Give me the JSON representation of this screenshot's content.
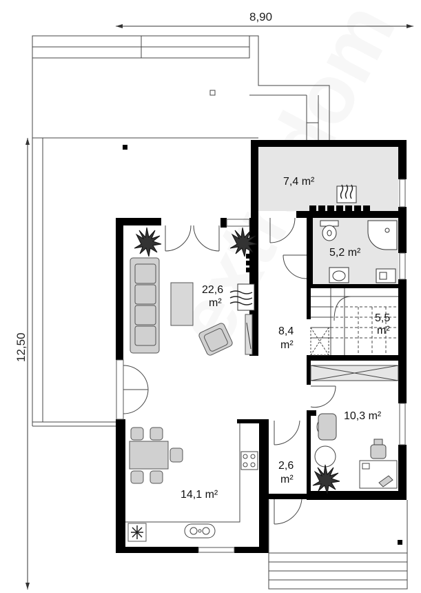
{
  "dimensions": {
    "width": "8,90",
    "depth": "12,50"
  },
  "rooms": {
    "boiler": "7,4 m²",
    "bathroom": "5,2 m²",
    "living": "22,6",
    "living_unit": "m²",
    "hall": "8,4",
    "hall_unit": "m²",
    "stairs": "5,5",
    "stairs_unit": "m²",
    "study": "10,3 m²",
    "vestibule": "2,6",
    "vestibule_unit": "m²",
    "kitchen": "14,1 m²"
  },
  "colors": {
    "wall": "#000000",
    "floor": "#e6e6e6",
    "furniture": "#c8c8c8",
    "line": "#333333"
  },
  "watermark": "extradom"
}
